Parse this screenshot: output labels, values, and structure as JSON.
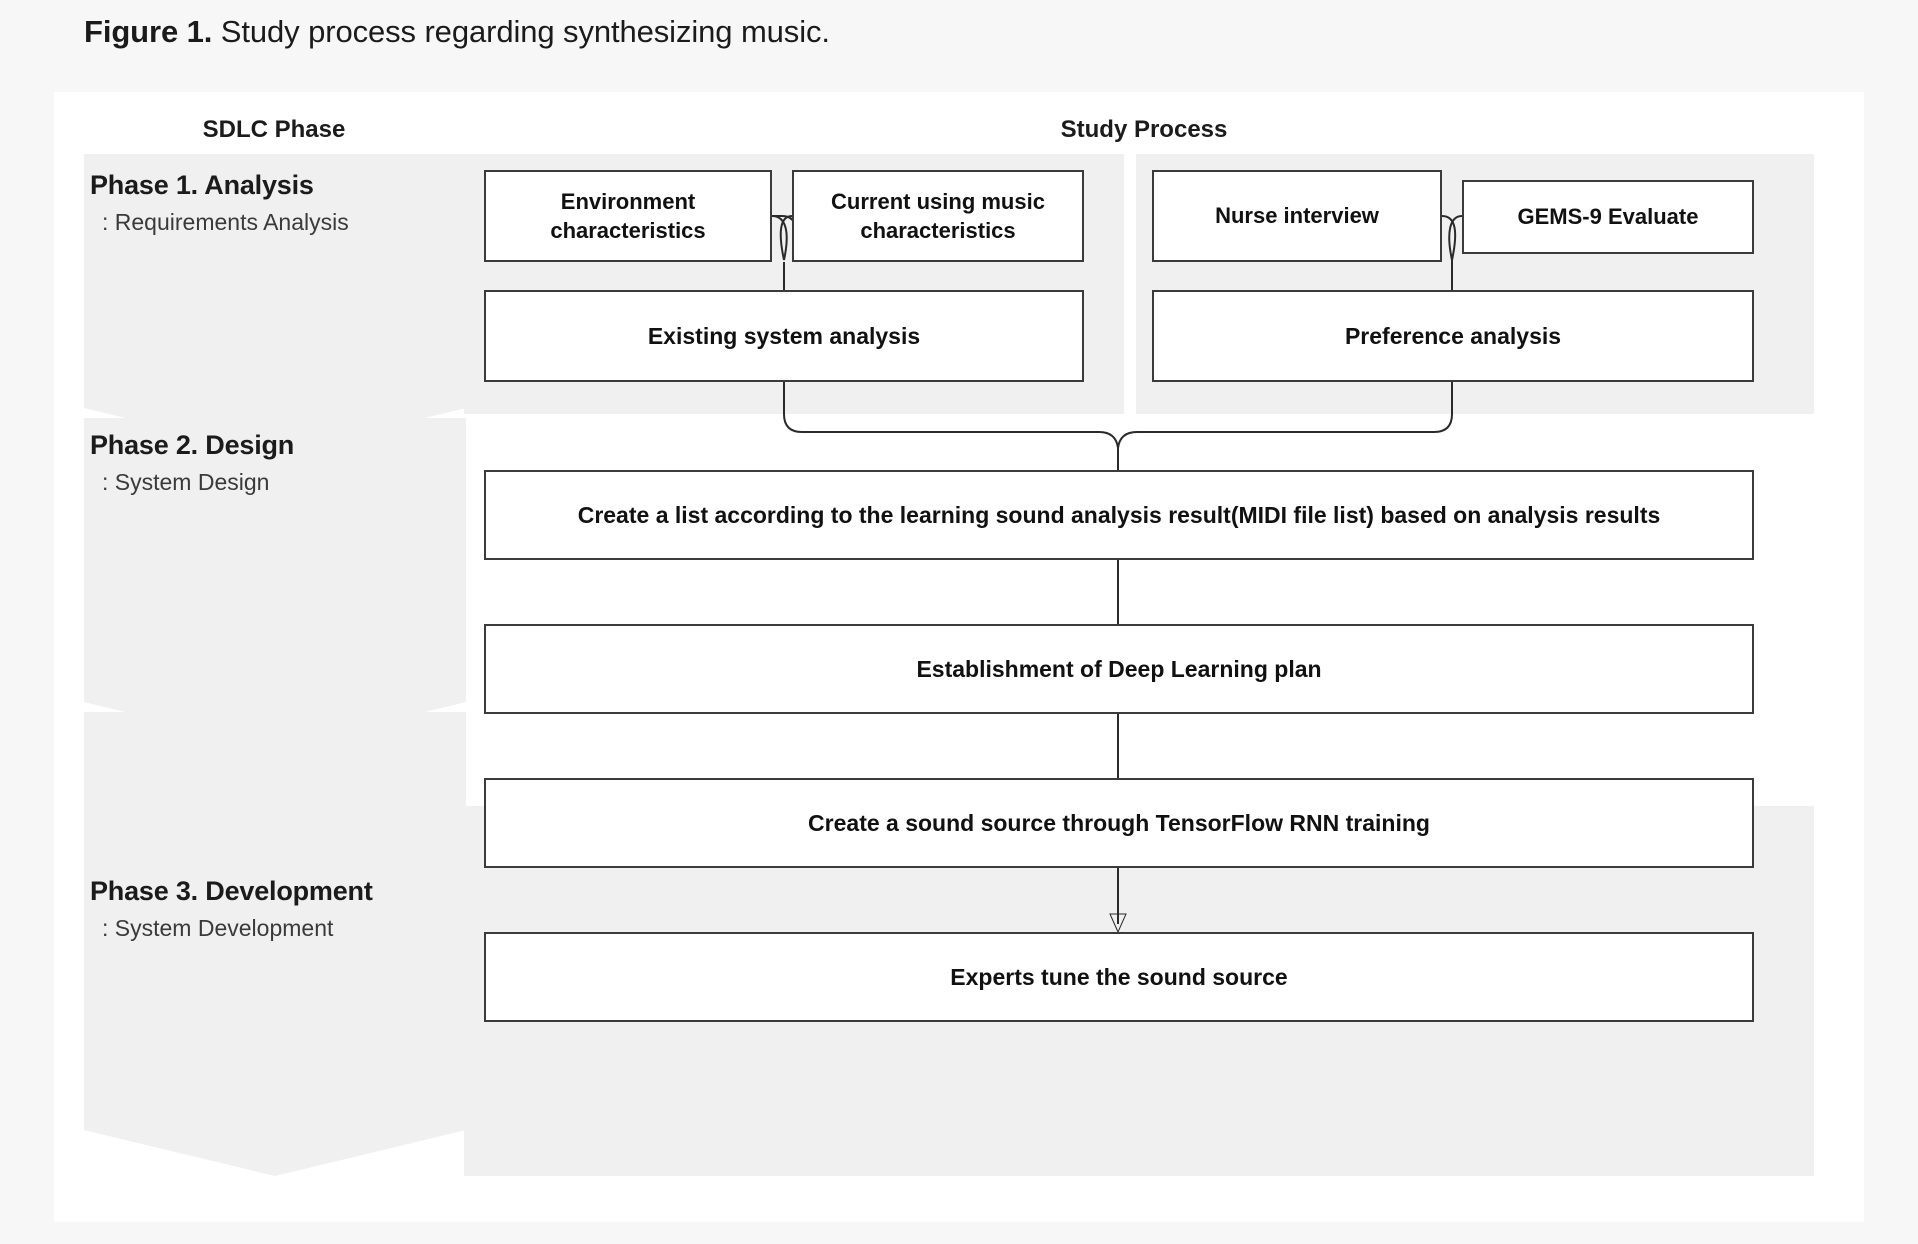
{
  "caption": {
    "label": "Figure 1.",
    "text": " Study process regarding synthesizing music."
  },
  "headers": {
    "sdlc": "SDLC Phase",
    "study": "Study Process"
  },
  "phases": [
    {
      "title": "Phase 1. Analysis",
      "subtitle": ": Requirements Analysis"
    },
    {
      "title": "Phase 2. Design",
      "subtitle": ": System Design"
    },
    {
      "title": "Phase 3. Development",
      "subtitle": ": System Development"
    }
  ],
  "boxes": {
    "environment": "Environment characteristics",
    "current_music": "Current using music characteristics",
    "nurse": "Nurse interview",
    "gems": "GEMS-9 Evaluate",
    "existing": "Existing system analysis",
    "preference": "Preference analysis",
    "list": "Create a list according to the learning sound analysis result(MIDI file list) based on analysis results",
    "plan": "Establishment of Deep Learning plan",
    "tensorflow": "Create a sound source through TensorFlow RNN training",
    "experts": "Experts tune the sound source"
  },
  "colors": {
    "page_background": "#f7f7f7",
    "panel_background": "#ffffff",
    "band_fill": "#f0f0f0",
    "box_border": "#3b3b3b",
    "text": "#111111",
    "connector": "#2a2a2a"
  }
}
